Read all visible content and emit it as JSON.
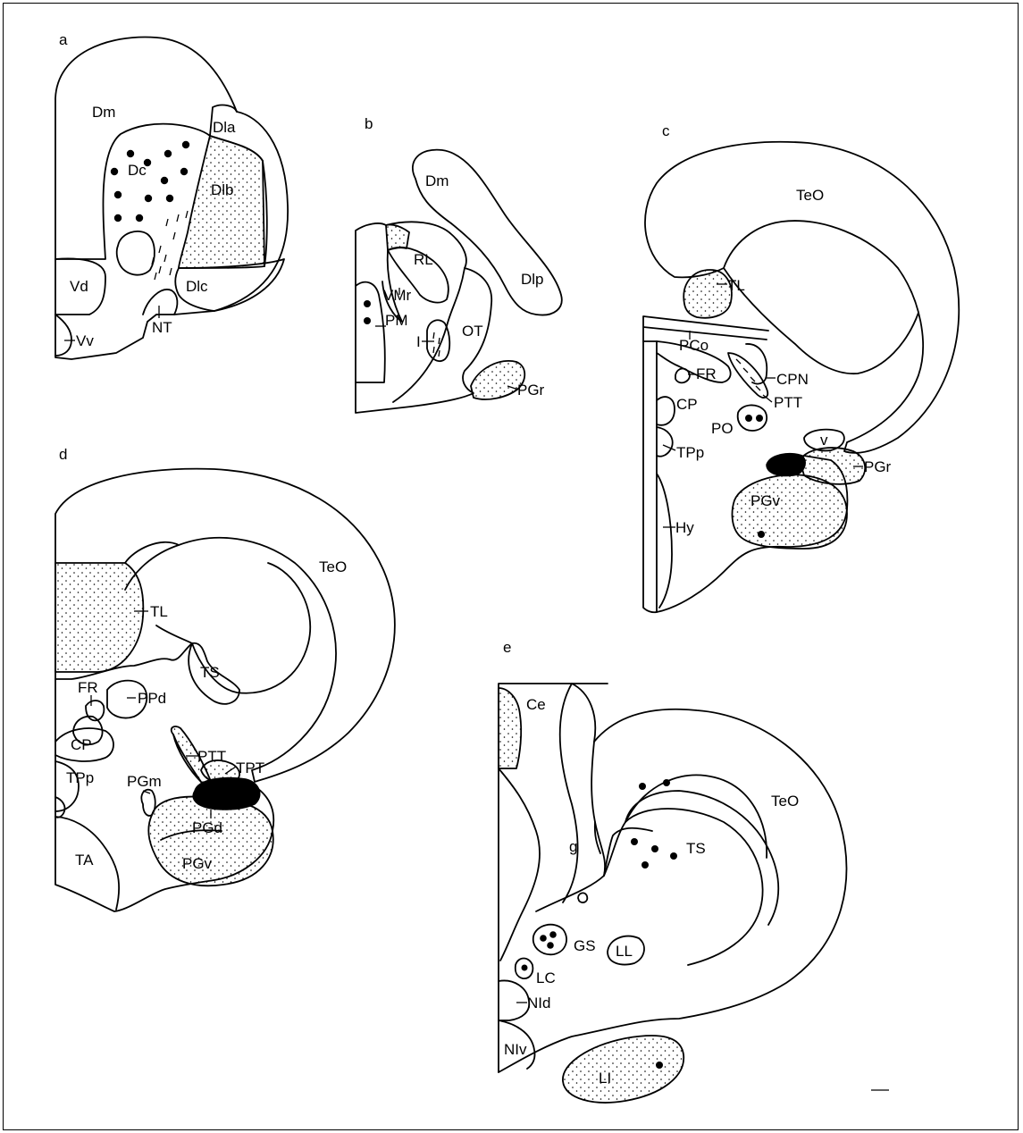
{
  "panels": {
    "a": {
      "letter": "a",
      "labels": {
        "Dm": "Dm",
        "Dla": "Dla",
        "Dc": "Dc",
        "Dlb": "Dlb",
        "Vd": "Vd",
        "Dlc": "Dlc",
        "NT": "NT",
        "Vv": "Vv"
      }
    },
    "b": {
      "letter": "b",
      "labels": {
        "Dm": "Dm",
        "RL": "RL",
        "Dlp": "Dlp",
        "VMr": "VMr",
        "PM": "PM",
        "I": "I",
        "OT": "OT",
        "PGr": "PGr"
      }
    },
    "c": {
      "letter": "c",
      "labels": {
        "TeO": "TeO",
        "TL": "TL",
        "PCo": "PCo",
        "FR": "FR",
        "CPN": "CPN",
        "PTT": "PTT",
        "CP": "CP",
        "PO": "PO",
        "TPp": "TPp",
        "v": "v",
        "PGr": "PGr",
        "PGv": "PGv",
        "Hy": "Hy"
      }
    },
    "d": {
      "letter": "d",
      "labels": {
        "TeO": "TeO",
        "TL": "TL",
        "TS": "TS",
        "FR": "FR",
        "PPd": "PPd",
        "CP": "CP",
        "PTT": "PTT",
        "TPT": "TPT",
        "TPp": "TPp",
        "PGm": "PGm",
        "PGd": "PGd",
        "PGv": "PGv",
        "TA": "TA"
      }
    },
    "e": {
      "letter": "e",
      "labels": {
        "Ce": "Ce",
        "TeO": "TeO",
        "TS": "TS",
        "g": "g",
        "GS": "GS",
        "LL": "LL",
        "LC": "LC",
        "NId": "NId",
        "NIv": "NIv",
        "LI": "LI"
      }
    }
  }
}
